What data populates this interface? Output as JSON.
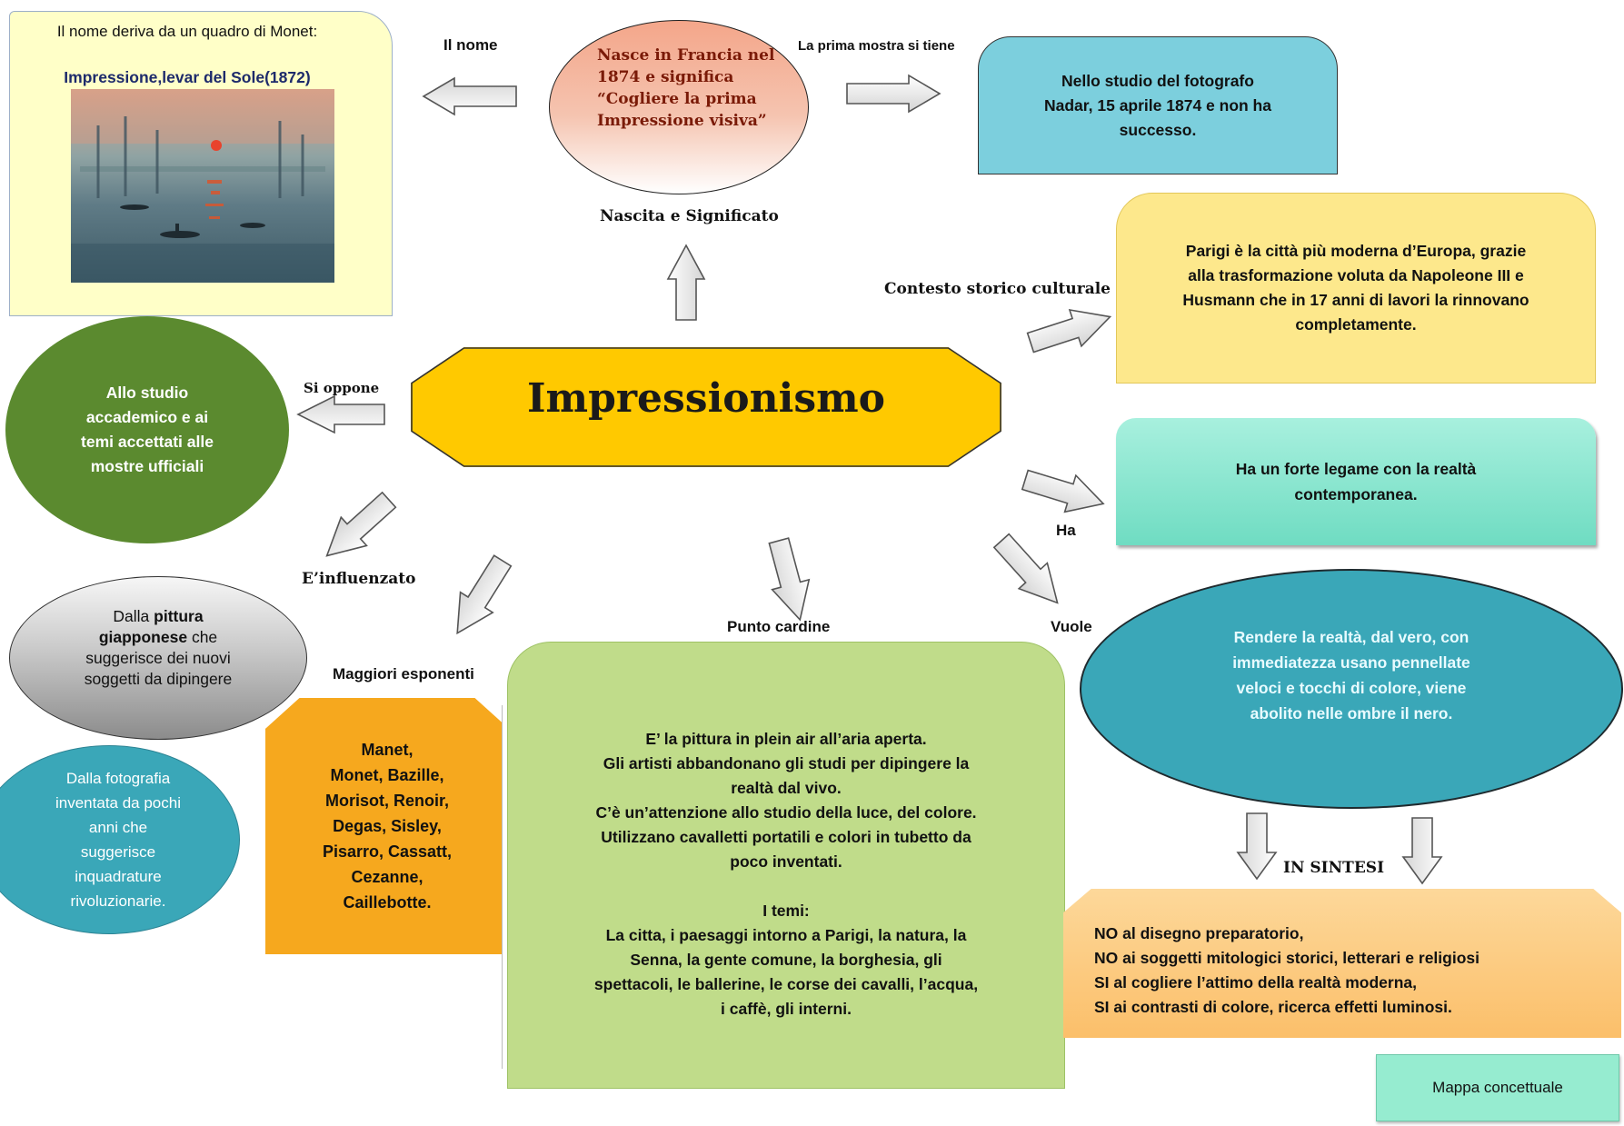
{
  "central": {
    "title": "Impressionismo"
  },
  "top_left_card": {
    "intro": "Il nome deriva da un quadro di Monet:",
    "painting_title": "Impressione,levar del Sole(1872)"
  },
  "birth_ellipse": {
    "lines": [
      "Nasce in Francia nel",
      "1874 e significa",
      "“Cogliere la prima",
      "Impressione visiva”"
    ]
  },
  "exhibition_box": {
    "lines": [
      "Nello studio del fotografo",
      "Nadar, 15 aprile 1874 e non ha",
      "successo."
    ]
  },
  "context_box": {
    "lines": [
      "Parigi è la città più moderna d’Europa, grazie",
      "alla trasformazione voluta da Napoleone III e",
      "Husmann che in 17 anni di lavori la rinnovano",
      "completamente."
    ]
  },
  "reality_box": {
    "lines": [
      "Ha un forte legame con la realtà",
      "contemporanea."
    ]
  },
  "oppose_ellipse": {
    "lines": [
      "Allo studio",
      "accademico e ai",
      "temi accettati alle",
      "mostre ufficiali"
    ]
  },
  "japan_ellipse": {
    "pre": "Dalla ",
    "bold1": "pittura",
    "bold2": "giapponese",
    "post1": " che",
    "line3": "suggerisce dei nuovi",
    "line4": "soggetti da dipingere"
  },
  "photo_circle": {
    "lines": [
      "Dalla fotografia",
      "inventata da pochi",
      "anni  che",
      "suggerisce",
      "inquadrature",
      "rivoluzionarie."
    ]
  },
  "artists_box": {
    "lines": [
      "Manet,",
      "Monet, Bazille,",
      "Morisot,  Renoir,",
      "Degas, Sisley,",
      "Pisarro, Cassatt,",
      "Cezanne,",
      "Caillebotte."
    ]
  },
  "plein_air_box": {
    "lines": [
      "E’ la pittura in plein air all’aria aperta.",
      "Gli artisti abbandonano gli studi per dipingere la",
      "realtà dal vivo.",
      "C’è un’attenzione allo studio della luce, del colore.",
      "Utilizzano cavalletti portatili e colori in tubetto da",
      "poco inventati.",
      "",
      "I temi:",
      "La citta, i paesaggi intorno a Parigi, la natura, la",
      "Senna, la gente comune, la borghesia, gli",
      "spettacoli, le ballerine, le corse dei cavalli, l’acqua,",
      "i caffè, gli interni."
    ]
  },
  "wants_ellipse": {
    "lines": [
      "Rendere la realtà, dal vero, con",
      "immediatezza usano pennellate",
      "veloci e tocchi di colore, viene",
      "abolito nelle ombre il nero."
    ]
  },
  "summary_box": {
    "lines": [
      "NO al disegno preparatorio,",
      "NO ai soggetti mitologici storici, letterari e religiosi",
      "SI al cogliere l’attimo della realtà moderna,",
      "SI ai contrasti di colore, ricerca effetti luminosi."
    ]
  },
  "labels": {
    "il_nome": "Il nome",
    "prima_mostra": "La prima mostra si tiene",
    "nascita": "Nascita e Significato",
    "contesto": "Contesto storico culturale",
    "si_oppone": "Si oppone",
    "ha": "Ha",
    "influenzato": "E’influenzato",
    "maggiori": "Maggiori esponenti",
    "punto_cardine": "Punto cardine",
    "vuole": "Vuole",
    "in_sintesi": "IN SINTESI"
  },
  "footer_tab": {
    "label": "Mappa concettuale"
  },
  "colors": {
    "central": "#ffc900",
    "top_left_card": "#ffffc8",
    "exhibition": "#7ccfdd",
    "context": "#fde88c",
    "reality": "#8ee8d2",
    "oppose": "#5b8a2f",
    "photo": "#3aa7b8",
    "artists": "#f6a81e",
    "plein_air": "#c0dc8a",
    "wants": "#3aa7b8",
    "summary": "#fdc97a",
    "footer": "#96ecd0"
  }
}
